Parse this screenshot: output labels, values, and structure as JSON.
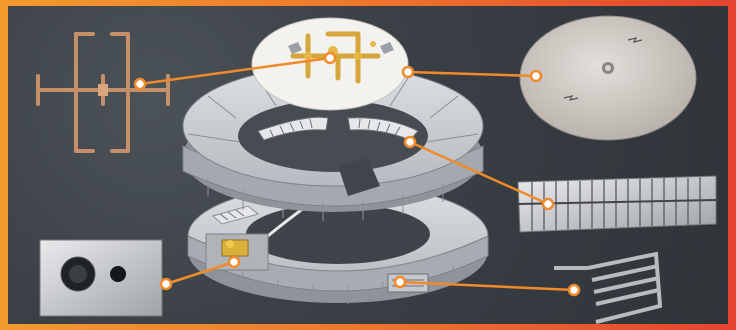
{
  "figure": {
    "kind": "exploded assembly diagram",
    "components": [
      "gas-burner-manifold",
      "steel-cover-plate",
      "heat-deflector-grill",
      "control-panel-box",
      "u-shaped-rack",
      "stacked-firebrick-rings"
    ]
  },
  "colors": {
    "border_left": "#f29a2e",
    "border_right": "#e4442e",
    "callout": "#f08a2a",
    "background": "#3a4046",
    "brick": "#c9ccd1",
    "brass": "#d4a53a",
    "copper": "#c8906a",
    "steel": "#cfcac5"
  }
}
